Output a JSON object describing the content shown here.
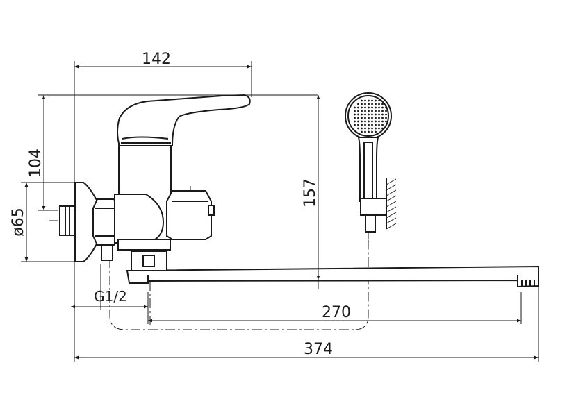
{
  "dimensions": {
    "handle_reach": "142",
    "height_104": "104",
    "diameter": "ø65",
    "height_157": "157",
    "thread": "G1/2",
    "spout_reach": "270",
    "total_length": "374"
  },
  "colors": {
    "line": "#1a1a1a",
    "background": "#ffffff"
  }
}
